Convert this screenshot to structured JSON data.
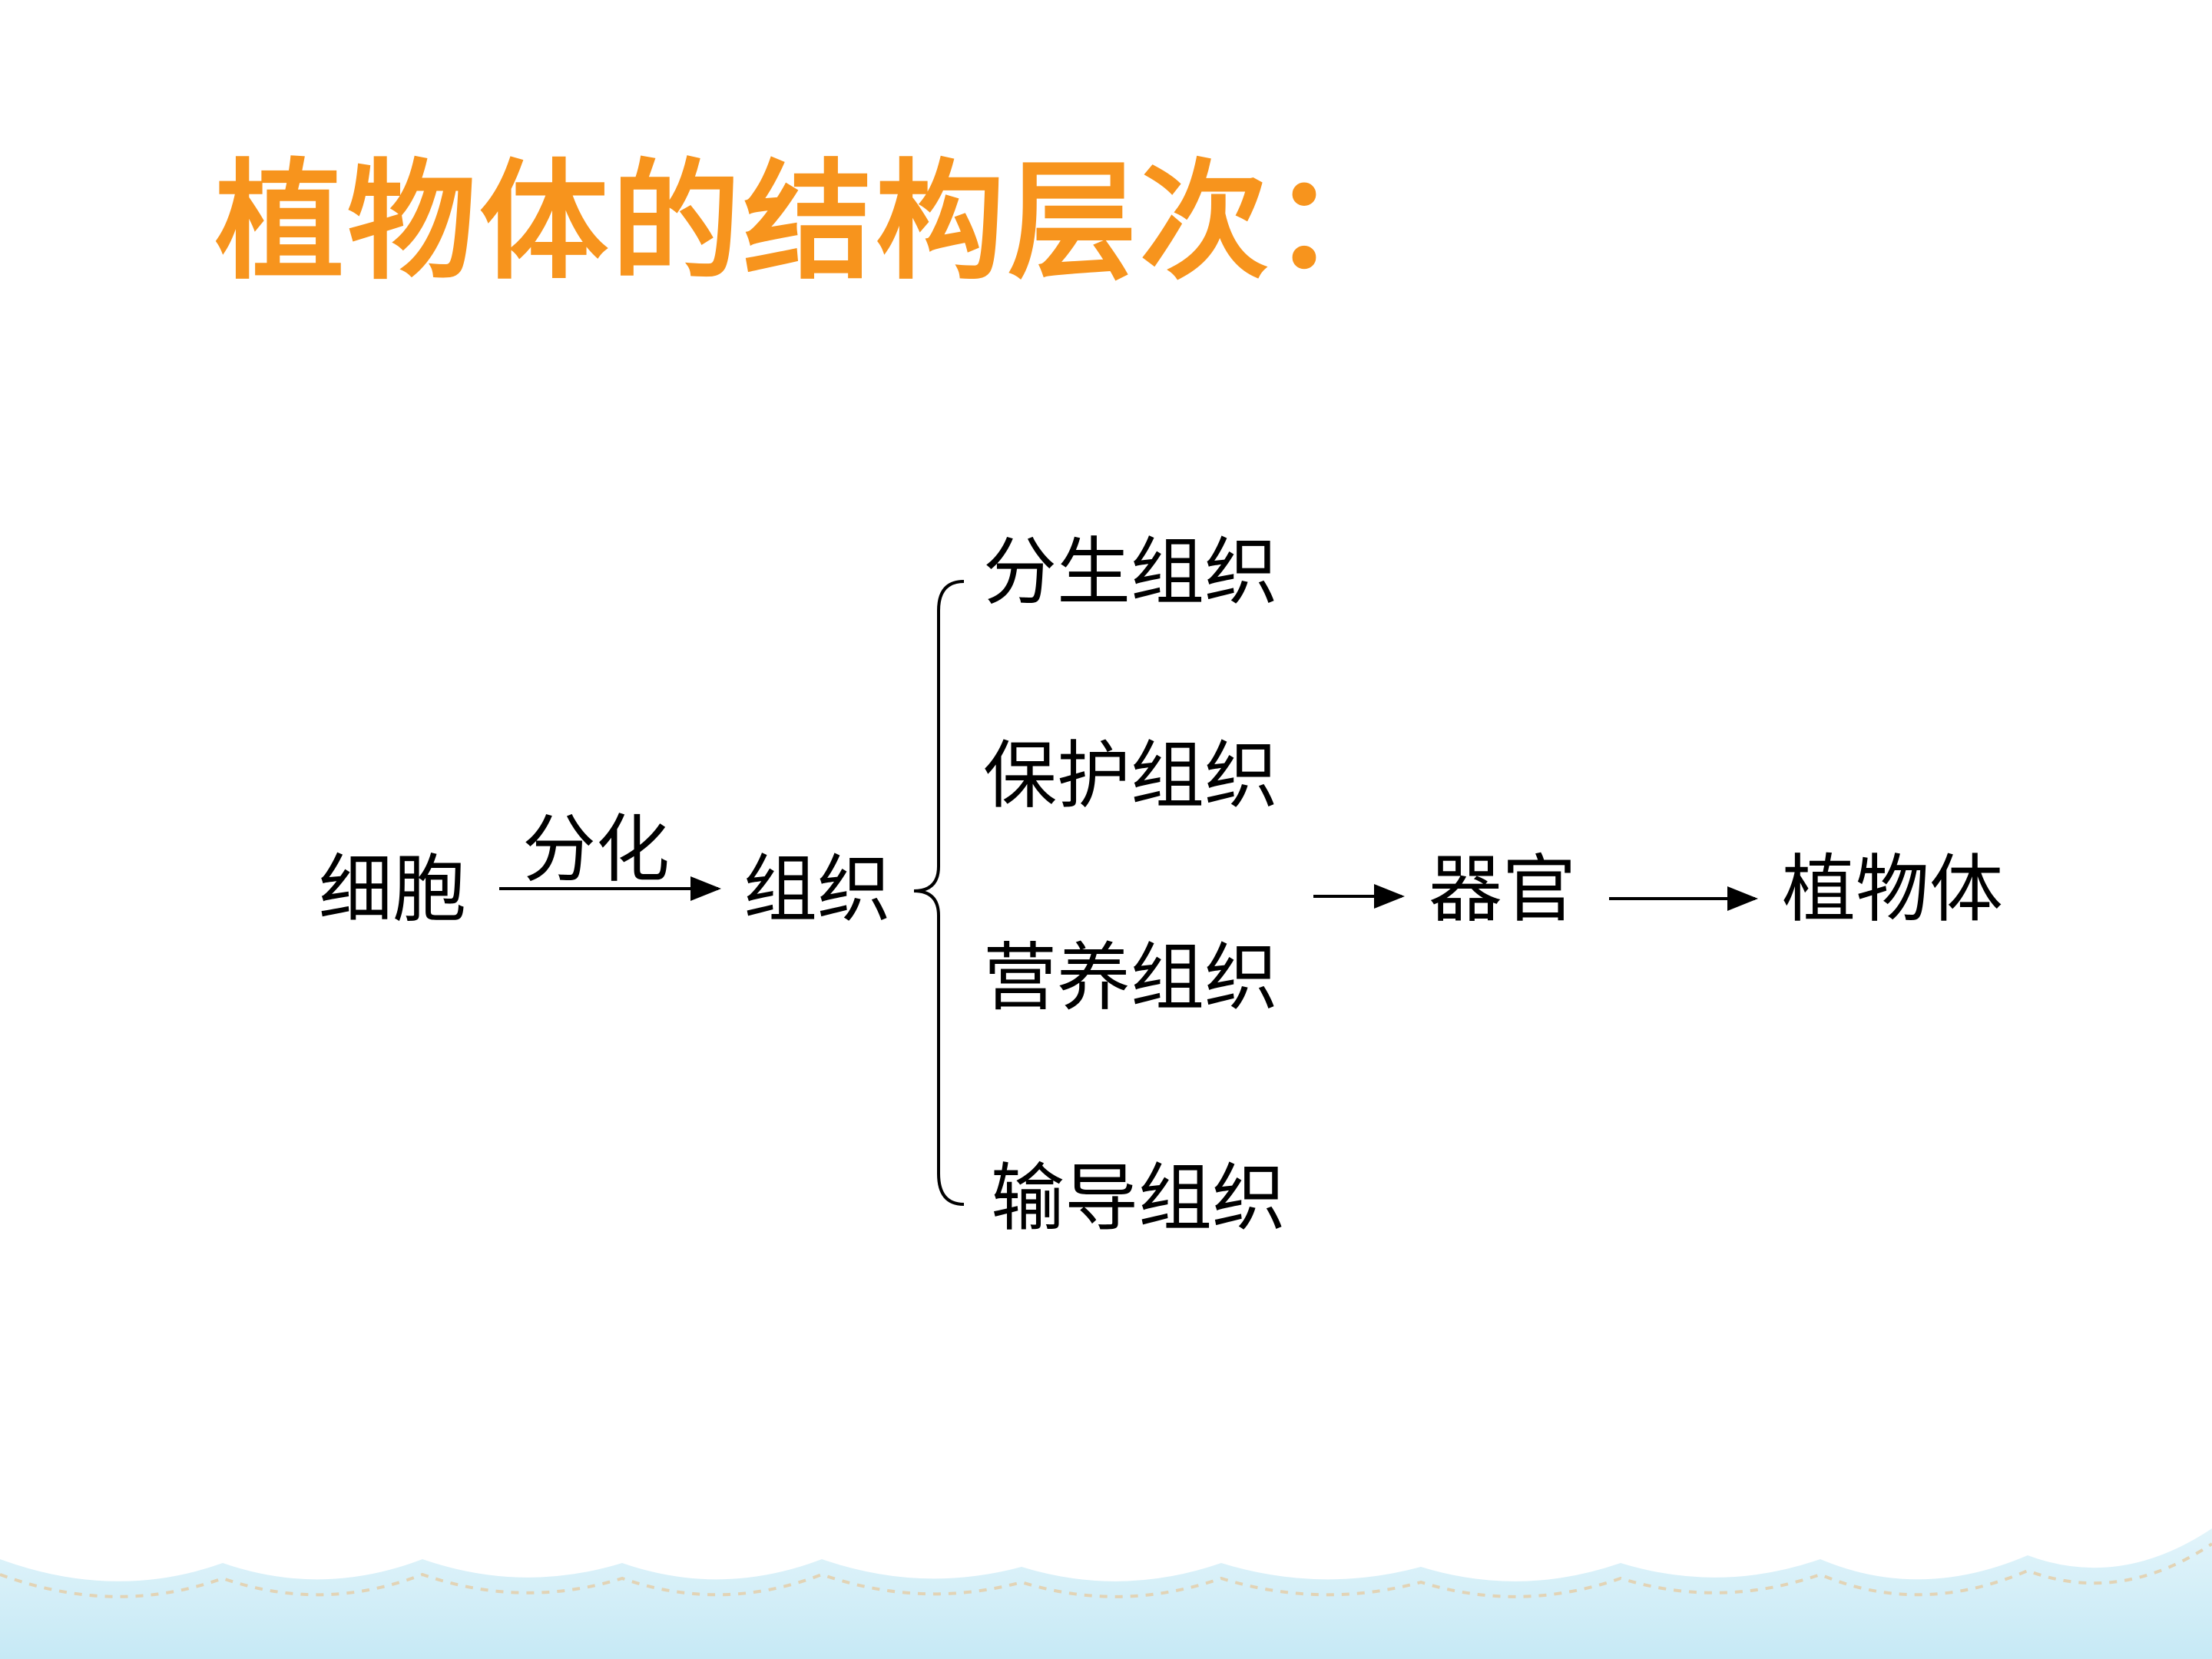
{
  "slide": {
    "title": "植物体的结构层次："
  },
  "diagram": {
    "cell": "细胞",
    "differentiation_label": "分化",
    "tissue": "组织",
    "tissue_types": [
      "分生组织",
      "保护组织",
      "营养组织",
      "输导组织"
    ],
    "organ": "器官",
    "plant_body": "植物体"
  },
  "colors": {
    "title": "#f7941d",
    "sky_top": "#8fd3ec",
    "text": "#000000"
  }
}
